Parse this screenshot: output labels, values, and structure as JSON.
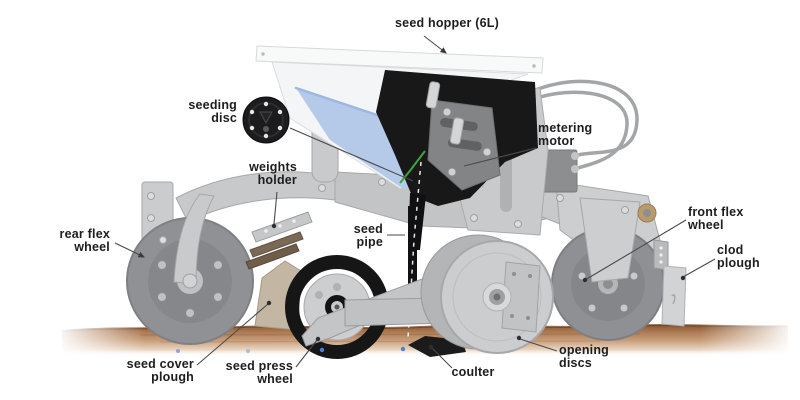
{
  "diagram": {
    "subject": "precision seeder unit side-view with part callouts",
    "labels": {
      "seed_hopper": "seed hopper (6L)",
      "seeding_disc": "seeding\ndisc",
      "metering_motor": "metering\nmotor",
      "weights_holder": "weights\nholder",
      "rear_flex_wheel": "rear flex\nwheel",
      "seed_pipe": "seed\npipe",
      "front_flex_wheel": "front flex\nwheel",
      "clod_plough": "clod\nplough",
      "seed_cover_plough": "seed cover\nplough",
      "seed_press_wheel": "seed press\nwheel",
      "coulter": "coulter",
      "opening_discs": "opening\ndiscs"
    },
    "colors": {
      "label_text": "#1d1d1f",
      "leader_line": "#4a4a4a",
      "soil_dark": "#7a4526",
      "soil_mid": "#c49a76",
      "seed_blue": "#4f7fd6",
      "hopper_seed_fill": "#b5c9e9",
      "machine_silver": "#c6c7c9",
      "machine_black": "#181819",
      "alignment_green": "#3da43d"
    }
  }
}
